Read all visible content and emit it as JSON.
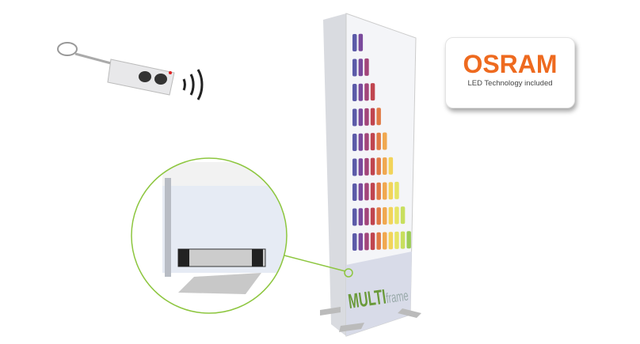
{
  "badge": {
    "brand": "OSRAM",
    "tagline": "LED Technology included"
  },
  "stand": {
    "logo_bold": "MULTI",
    "logo_light": "frame",
    "bar_rows": [
      2,
      3,
      4,
      5,
      6,
      7,
      8,
      9,
      10
    ]
  },
  "colors": {
    "accent_green": "#8dc63f",
    "brand_orange": "#ee6a1f",
    "bar_palette": [
      "#5b5aa8",
      "#7a4a9c",
      "#a2457a",
      "#c0454f",
      "#e07a45",
      "#f0a850",
      "#f2d45a",
      "#e5e465",
      "#c8df5e",
      "#9ccc55"
    ]
  }
}
